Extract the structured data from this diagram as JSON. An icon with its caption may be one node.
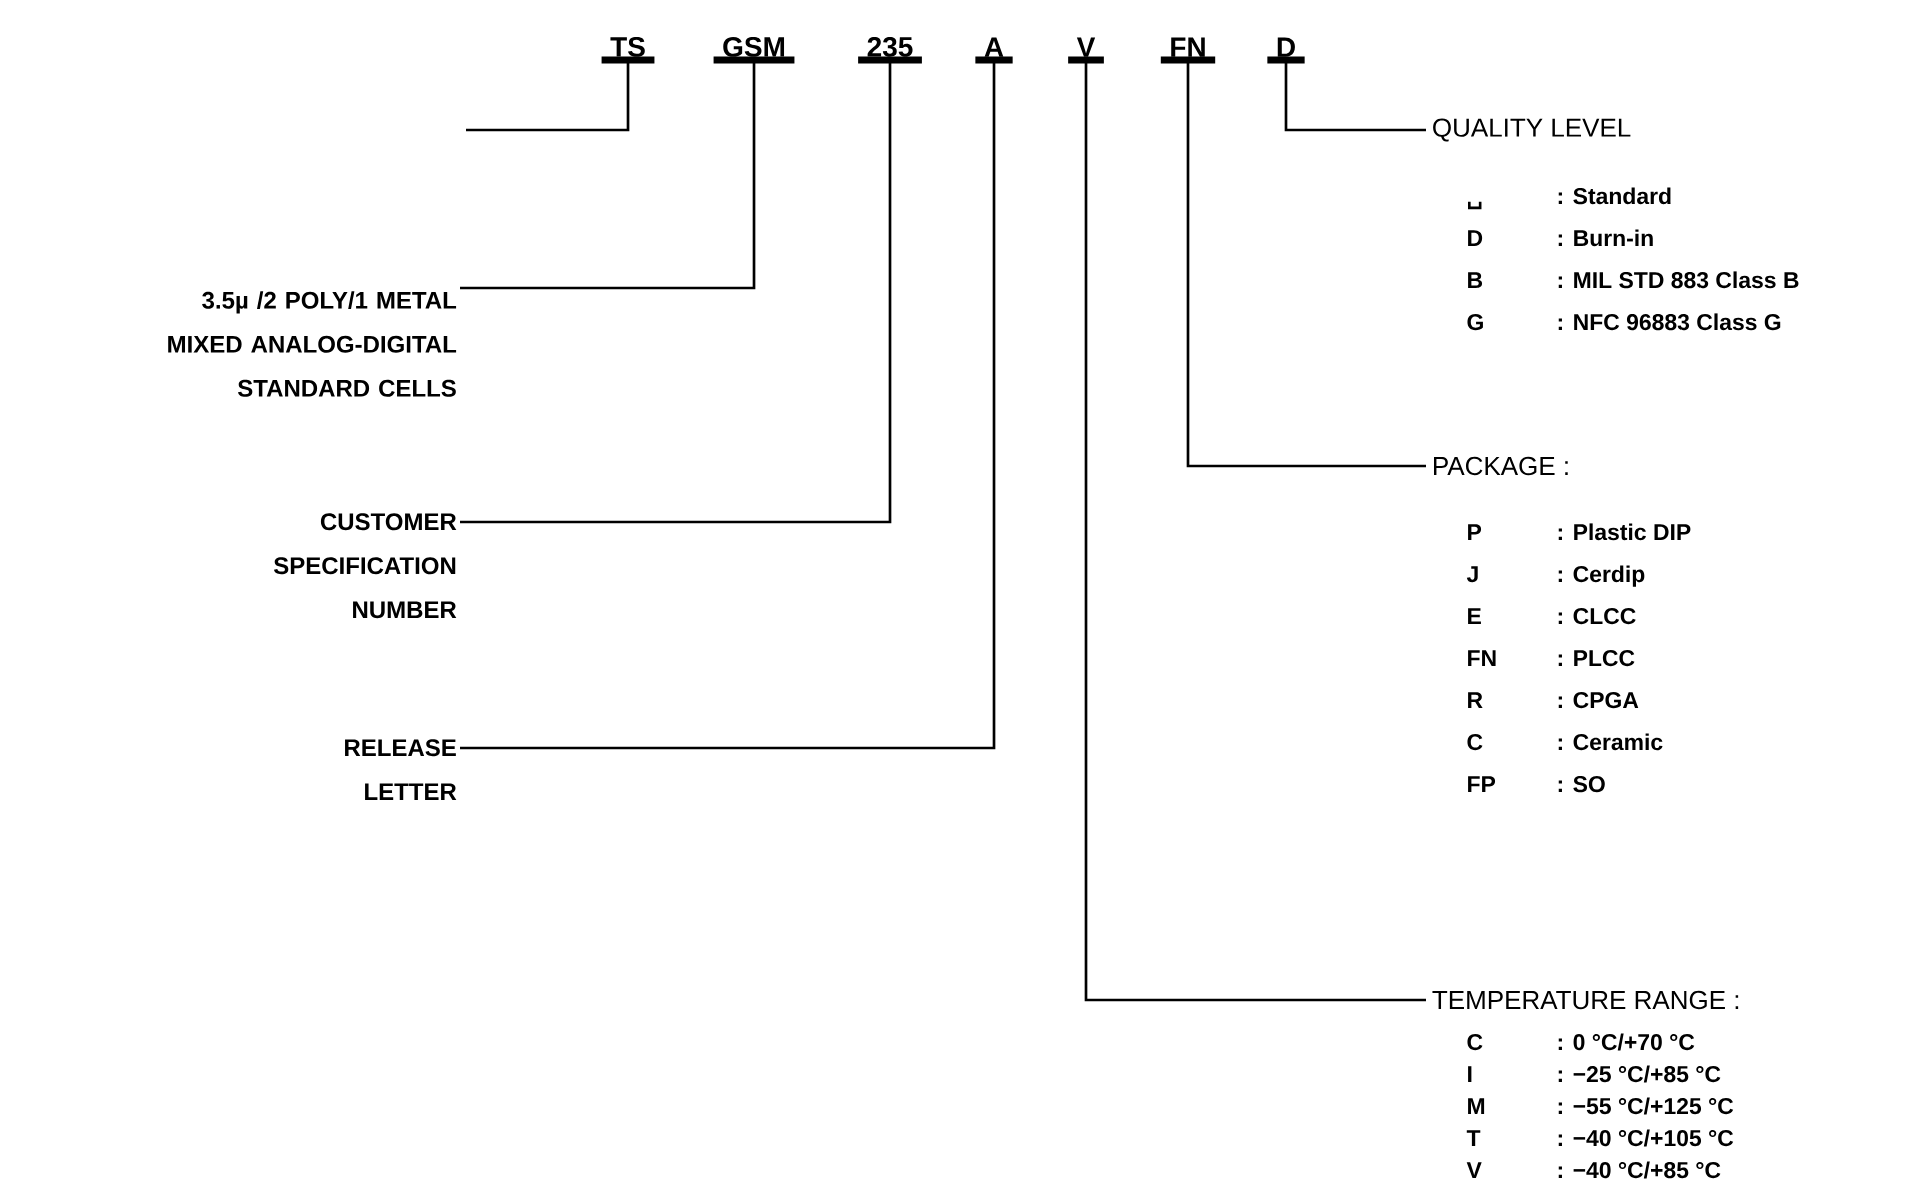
{
  "diagram": {
    "nodes": [
      {
        "text": [
          "TS"
        ]
      },
      {
        "text": [
          "GSM"
        ]
      },
      {
        "text": [
          "235"
        ]
      },
      {
        "text": [
          "A"
        ]
      },
      {
        "text": [
          "V"
        ]
      },
      {
        "text": [
          "FN"
        ]
      },
      {
        "text": [
          "D"
        ]
      },
      {
        "text": [
          "3.5µ /2 POLY/1 METAL MIXED ANALOG-DIGITAL STANDARD CELLS"
        ]
      },
      {
        "text": [
          "CUSTOMER SPECIFICATION NUMBER"
        ]
      },
      {
        "text": [
          "RELEASE LETTER"
        ]
      },
      {
        "text": [
          "QUALITY LEVEL"
        ]
      },
      {
        "text": [
          "PACKAGE :"
        ]
      },
      {
        "text": [
          "TEMPERATURE RANGE :"
        ]
      }
    ],
    "edges": [
      {
        "from": null,
        "to": 0,
        "arrow": "none"
      },
      {
        "from": 7,
        "to": 1,
        "arrow": "none"
      },
      {
        "from": 8,
        "to": 2,
        "arrow": "none"
      },
      {
        "from": 9,
        "to": 3,
        "arrow": "none"
      },
      {
        "from": 4,
        "to": 12,
        "arrow": "none"
      },
      {
        "from": 5,
        "to": 11,
        "arrow": "none"
      },
      {
        "from": 6,
        "to": 10,
        "arrow": "none"
      }
    ],
    "labels": [
      "␣",
      ": Standard",
      "D",
      ": Burn-in",
      "B",
      ": MIL STD 883 Class B",
      "G",
      ": NFC 96883 Class G",
      "P",
      ": Plastic DIP",
      "J",
      ": Cerdip",
      "E",
      ": CLCC",
      "FN",
      ": PLCC",
      "R",
      ": CPGA",
      "C",
      ": Ceramic",
      "FP",
      ": SO",
      "C",
      ": 0 °C/+70 °C",
      "I",
      ": −25 °C/+85 °C",
      "M",
      ": −55 °C/+125 °C",
      "T",
      ": −40 °C/+105 °C",
      "V",
      ": −40 °C/+85 °C"
    ]
  }
}
